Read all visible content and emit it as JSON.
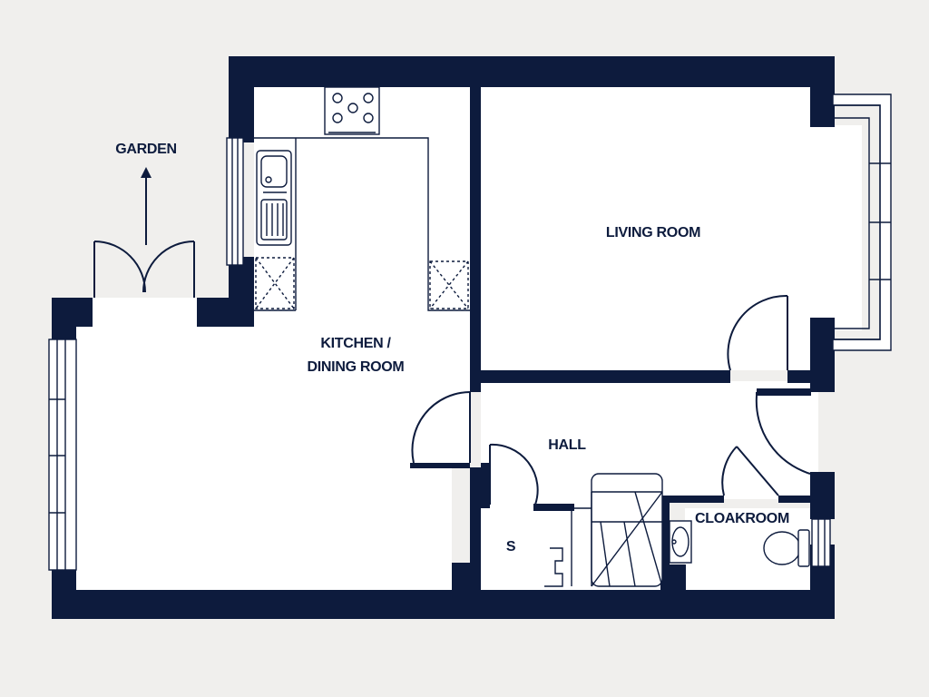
{
  "labels": {
    "garden": "GARDEN",
    "living_room": "LIVING ROOM",
    "kitchen_line1": "KITCHEN /",
    "kitchen_line2": "DINING ROOM",
    "hall": "HALL",
    "storage": "S",
    "cloakroom": "CLOAKROOM"
  },
  "colors": {
    "wall": "#0d1b3d",
    "floor": "#ffffff",
    "background": "#f0efed"
  }
}
